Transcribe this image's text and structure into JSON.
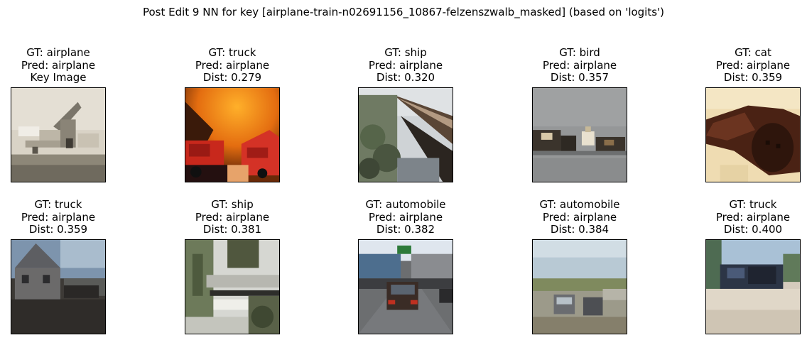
{
  "title": "Post Edit 9 NN for key [airplane-train-n02691156_10867-felzenszwalb_masked] (based on 'logits')",
  "panels": [
    {
      "gt": "GT: airplane",
      "pred": "Pred: airplane",
      "extra": "Key Image",
      "image": "airplane-key-image"
    },
    {
      "gt": "GT: truck",
      "pred": "Pred: airplane",
      "extra": "Dist: 0.279",
      "image": "red-trucks-orange-sky"
    },
    {
      "gt": "GT: ship",
      "pred": "Pred: airplane",
      "extra": "Dist: 0.320",
      "image": "ship-hull-trees"
    },
    {
      "gt": "GT: bird",
      "pred": "Pred: airplane",
      "extra": "Dist: 0.357",
      "image": "birds-on-water"
    },
    {
      "gt": "GT: cat",
      "pred": "Pred: airplane",
      "extra": "Dist: 0.359",
      "image": "dark-cat-lying"
    },
    {
      "gt": "GT: truck",
      "pred": "Pred: airplane",
      "extra": "Dist: 0.359",
      "image": "truck-by-house"
    },
    {
      "gt": "GT: ship",
      "pred": "Pred: airplane",
      "extra": "Dist: 0.381",
      "image": "ship-behind-tree"
    },
    {
      "gt": "GT: automobile",
      "pred": "Pred: airplane",
      "extra": "Dist: 0.382",
      "image": "car-on-street"
    },
    {
      "gt": "GT: automobile",
      "pred": "Pred: airplane",
      "extra": "Dist: 0.384",
      "image": "cars-in-parking-lot"
    },
    {
      "gt": "GT: truck",
      "pred": "Pred: airplane",
      "extra": "Dist: 0.400",
      "image": "truck-on-dirt-road"
    }
  ]
}
